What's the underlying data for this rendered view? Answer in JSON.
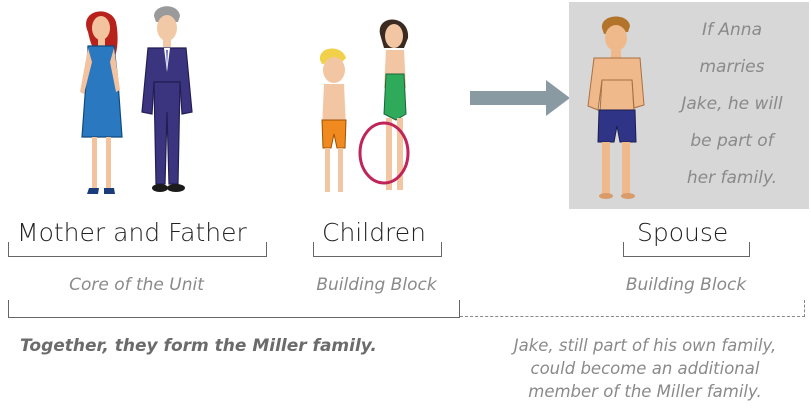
{
  "groups": {
    "parents": {
      "title": "Mother and Father",
      "subtitle": "Core of the Unit"
    },
    "children": {
      "title": "Children",
      "subtitle": "Building Block"
    },
    "spouse": {
      "title": "Spouse",
      "subtitle": "Building Block"
    }
  },
  "spouse_note": [
    "If Anna",
    "marries",
    "Jake, he will",
    "be part of",
    "her family."
  ],
  "summary": "Together, they form the Miller family.",
  "jake_note": [
    "Jake, still part of his own family,",
    "could become an additional",
    "member of the Miller family."
  ],
  "colors": {
    "spouse_box": "#d7d7d7",
    "arrow": "#8a9aa3",
    "subtitle_text": "#8a8a8a"
  },
  "icons": {
    "mother": "woman-figure-blue-dress",
    "father": "man-figure-purple-suit",
    "boy": "boy-figure-orange-shorts",
    "girl": "girl-figure-green-swimsuit-hoop",
    "spouse": "man-figure-swim-trunks",
    "arrow": "right-arrow-icon"
  }
}
